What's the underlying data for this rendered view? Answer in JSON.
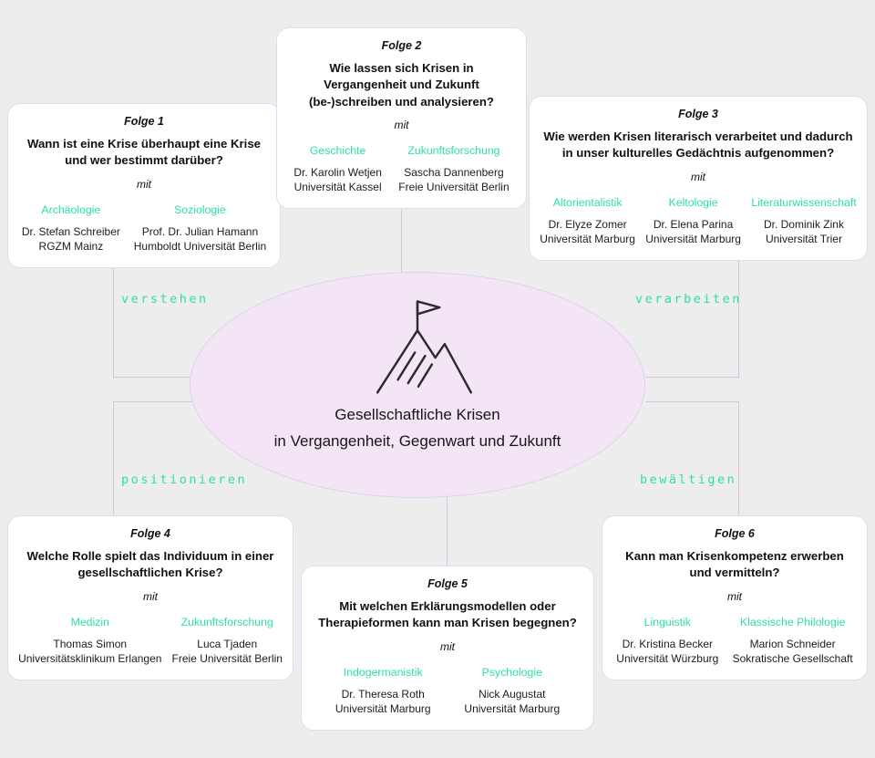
{
  "colors": {
    "background": "#ededee",
    "accent": "#2ee0a4",
    "card_border": "#e6d8ee",
    "ellipse_fill": "#f3e4f6",
    "ellipse_border": "#e2cfec",
    "line": "#d8c4e4",
    "text": "#111111"
  },
  "center": {
    "icon": "mountain-flag-icon",
    "title_line1": "Gesellschaftliche Krisen",
    "title_line2": "in Vergangenheit, Gegenwart und Zukunft"
  },
  "mit_label": "mit",
  "edge_labels": {
    "top_left": "verstehen",
    "top_right": "verarbeiten",
    "bottom_left": "positionieren",
    "bottom_right": "bewältigen"
  },
  "episodes": [
    {
      "label": "Folge 1",
      "question": "Wann ist eine Krise überhaupt eine Krise und wer bestimmt darüber?",
      "experts": [
        {
          "discipline": "Archäologie",
          "name": "Dr. Stefan Schreiber",
          "affiliation": "RGZM Mainz"
        },
        {
          "discipline": "Soziologie",
          "name": "Prof. Dr. Julian Hamann",
          "affiliation": "Humboldt Universität Berlin"
        }
      ]
    },
    {
      "label": "Folge 2",
      "question": "Wie lassen sich Krisen in Vergangenheit und Zukunft (be-)schreiben und analysieren?",
      "experts": [
        {
          "discipline": "Geschichte",
          "name": "Dr. Karolin Wetjen",
          "affiliation": "Universität Kassel"
        },
        {
          "discipline": "Zukunftsforschung",
          "name": "Sascha Dannenberg",
          "affiliation": "Freie Universität Berlin"
        }
      ]
    },
    {
      "label": "Folge 3",
      "question": "Wie werden Krisen literarisch verarbeitet und dadurch in unser kulturelles Gedächtnis aufgenommen?",
      "experts": [
        {
          "discipline": "Altorientalistik",
          "name": "Dr. Elyze Zomer",
          "affiliation": "Universität Marburg"
        },
        {
          "discipline": "Keltologie",
          "name": "Dr. Elena Parina",
          "affiliation": "Universität Marburg"
        },
        {
          "discipline": "Literaturwissenschaft",
          "name": "Dr. Dominik Zink",
          "affiliation": "Universität Trier"
        }
      ]
    },
    {
      "label": "Folge 4",
      "question": "Welche Rolle spielt das Individuum in einer gesellschaftlichen Krise?",
      "experts": [
        {
          "discipline": "Medizin",
          "name": "Thomas Simon",
          "affiliation": "Universitätsklinikum Erlangen"
        },
        {
          "discipline": "Zukunftsforschung",
          "name": "Luca Tjaden",
          "affiliation": "Freie Universität Berlin"
        }
      ]
    },
    {
      "label": "Folge 5",
      "question": "Mit welchen Erklärungsmodellen oder Therapieformen kann man Krisen begegnen?",
      "experts": [
        {
          "discipline": "Indogermanistik",
          "name": "Dr. Theresa Roth",
          "affiliation": "Universität Marburg"
        },
        {
          "discipline": "Psychologie",
          "name": "Nick Augustat",
          "affiliation": "Universität Marburg"
        }
      ]
    },
    {
      "label": "Folge 6",
      "question": "Kann man Krisenkompetenz erwerben und vermitteln?",
      "experts": [
        {
          "discipline": "Linguistik",
          "name": "Dr. Kristina Becker",
          "affiliation": "Universität Würzburg"
        },
        {
          "discipline": "Klassische Philologie",
          "name": "Marion Schneider",
          "affiliation": "Sokratische Gesellschaft"
        }
      ]
    }
  ]
}
